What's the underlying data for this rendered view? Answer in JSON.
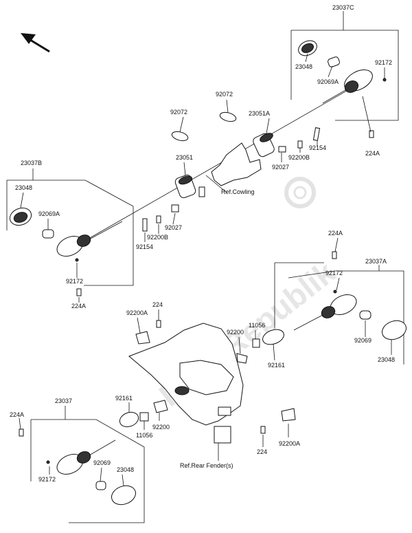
{
  "watermark": "PartsRepublik",
  "labels": {
    "l23037C": "23037C",
    "l23048_tr": "23048",
    "l92069A_tr": "92069A",
    "l92172_tr": "92172",
    "l92072_a": "92072",
    "l92072_b": "92072",
    "l23051A": "23051A",
    "l92154_r": "92154",
    "l92200B_r": "92200B",
    "l92027_r": "92027",
    "l224A_tr": "224A",
    "l23051": "23051",
    "l_cowling": "Ref.Cowling",
    "l23037B": "23037B",
    "l23048_l": "23048",
    "l92069A_l": "92069A",
    "l92027_l": "92027",
    "l92200B_l": "92200B",
    "l92154_l": "92154",
    "l92172_l": "92172",
    "l224A_l": "224A",
    "l224A_mr": "224A",
    "l23037A": "23037A",
    "l92172_r2": "92172",
    "l92069_r": "92069",
    "l23048_r": "23048",
    "l92161_r": "92161",
    "l11056_r": "11056",
    "l92200_r": "92200",
    "l224_top": "224",
    "l92200A_top": "92200A",
    "l23037": "23037",
    "l224A_bl": "224A",
    "l92161_l": "92161",
    "l11056_l": "11056",
    "l92200_l": "92200",
    "l92069_bl": "92069",
    "l23048_bl": "23048",
    "l92172_bl": "92172",
    "l224_bot": "224",
    "l92200A_bot": "92200A",
    "l_fender": "Ref.Rear Fender(s)"
  }
}
